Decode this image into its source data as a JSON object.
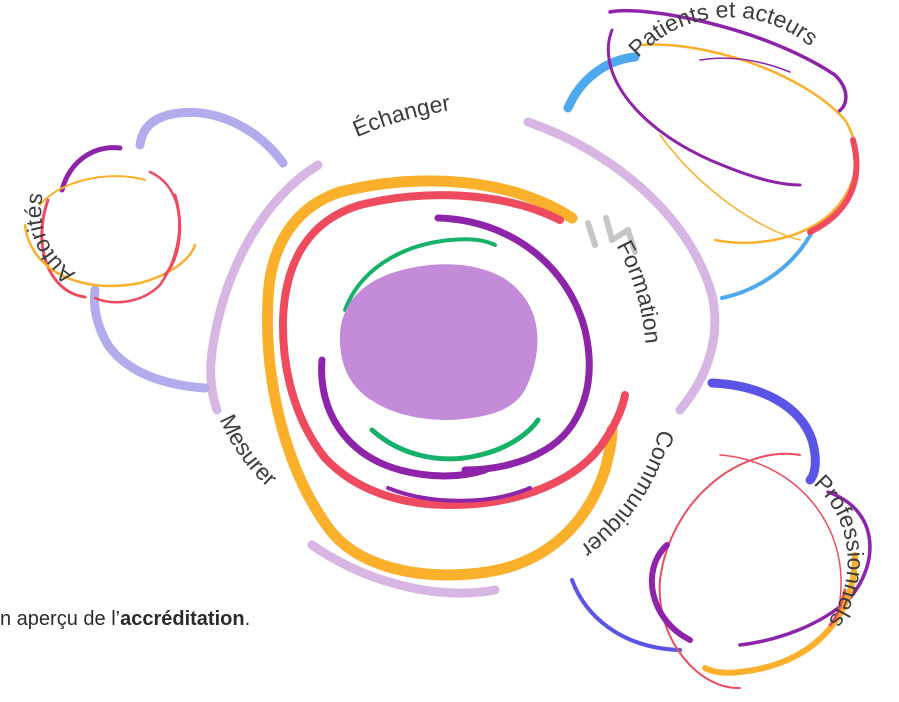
{
  "diagram": {
    "labels": {
      "echanger": "Échanger",
      "formation": "Formation",
      "communiquer": "Communiquer",
      "mesurer": "Mesurer",
      "autorites": "Autorités",
      "patients": "Patients et acteurs",
      "professionnels": "Professionnels"
    },
    "colors": {
      "lavender": "#d7b6e4",
      "periwinkle": "#b3acec",
      "blue": "#4ea8ee",
      "indigo": "#5a55e6",
      "purple": "#8e24aa",
      "red": "#ee4b5f",
      "orange": "#fbb02c",
      "green": "#17b26a",
      "center": "#c38bd8"
    }
  },
  "caption": {
    "prefix": "n aperçu de l’",
    "bold": "accréditation",
    "suffix": "."
  }
}
